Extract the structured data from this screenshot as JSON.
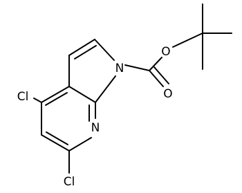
{
  "molecule": {
    "atoms": {
      "n1": "N",
      "n7": "N",
      "o_ester": "O",
      "o_carbonyl": "O",
      "cl4": "Cl",
      "cl6": "Cl"
    }
  }
}
